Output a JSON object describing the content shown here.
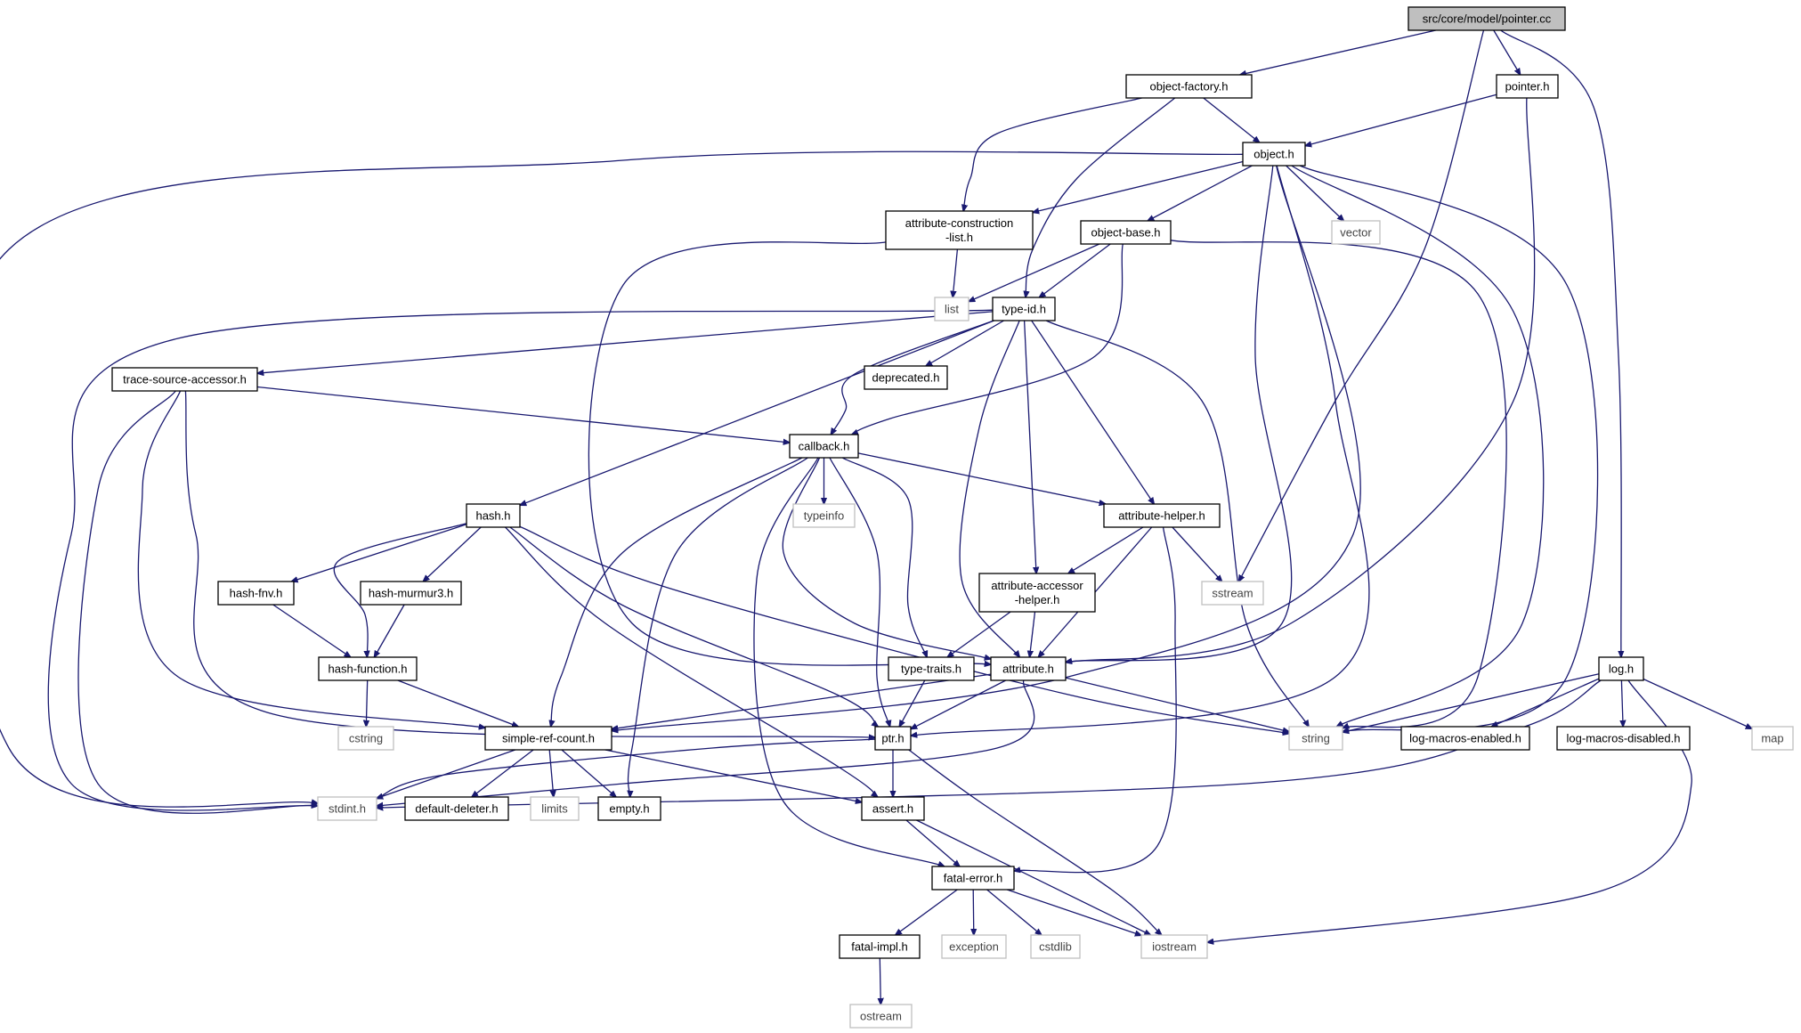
{
  "graph": {
    "root": "src/core/model/pointer.cc",
    "colors": {
      "edge": "#191970",
      "node_border": "#000000",
      "system_border": "#bfbfbf",
      "root_fill": "#bfbfbf"
    },
    "nodes": [
      {
        "id": "root",
        "lines": [
          "src/core/model/pointer.cc"
        ],
        "kind": "root"
      },
      {
        "id": "object-factory",
        "lines": [
          "object-factory.h"
        ],
        "kind": "header"
      },
      {
        "id": "pointer",
        "lines": [
          "pointer.h"
        ],
        "kind": "header"
      },
      {
        "id": "object",
        "lines": [
          "object.h"
        ],
        "kind": "header"
      },
      {
        "id": "attr-construction",
        "lines": [
          "attribute-construction",
          "-list.h"
        ],
        "kind": "header"
      },
      {
        "id": "object-base",
        "lines": [
          "object-base.h"
        ],
        "kind": "header"
      },
      {
        "id": "vector",
        "lines": [
          "vector"
        ],
        "kind": "system"
      },
      {
        "id": "list",
        "lines": [
          "list"
        ],
        "kind": "system"
      },
      {
        "id": "type-id",
        "lines": [
          "type-id.h"
        ],
        "kind": "header"
      },
      {
        "id": "trace-source",
        "lines": [
          "trace-source-accessor.h"
        ],
        "kind": "header"
      },
      {
        "id": "deprecated",
        "lines": [
          "deprecated.h"
        ],
        "kind": "header"
      },
      {
        "id": "callback",
        "lines": [
          "callback.h"
        ],
        "kind": "header"
      },
      {
        "id": "typeinfo",
        "lines": [
          "typeinfo"
        ],
        "kind": "system"
      },
      {
        "id": "hash",
        "lines": [
          "hash.h"
        ],
        "kind": "header"
      },
      {
        "id": "attr-helper",
        "lines": [
          "attribute-helper.h"
        ],
        "kind": "header"
      },
      {
        "id": "hash-fnv",
        "lines": [
          "hash-fnv.h"
        ],
        "kind": "header"
      },
      {
        "id": "hash-murmur",
        "lines": [
          "hash-murmur3.h"
        ],
        "kind": "header"
      },
      {
        "id": "attr-accessor",
        "lines": [
          "attribute-accessor",
          "-helper.h"
        ],
        "kind": "header"
      },
      {
        "id": "sstream",
        "lines": [
          "sstream"
        ],
        "kind": "system"
      },
      {
        "id": "hash-function",
        "lines": [
          "hash-function.h"
        ],
        "kind": "header"
      },
      {
        "id": "type-traits",
        "lines": [
          "type-traits.h"
        ],
        "kind": "header"
      },
      {
        "id": "attribute",
        "lines": [
          "attribute.h"
        ],
        "kind": "header"
      },
      {
        "id": "log",
        "lines": [
          "log.h"
        ],
        "kind": "header"
      },
      {
        "id": "cstring",
        "lines": [
          "cstring"
        ],
        "kind": "system"
      },
      {
        "id": "simple-ref",
        "lines": [
          "simple-ref-count.h"
        ],
        "kind": "header"
      },
      {
        "id": "ptr",
        "lines": [
          "ptr.h"
        ],
        "kind": "header"
      },
      {
        "id": "string",
        "lines": [
          "string"
        ],
        "kind": "system"
      },
      {
        "id": "log-enabled",
        "lines": [
          "log-macros-enabled.h"
        ],
        "kind": "header"
      },
      {
        "id": "log-disabled",
        "lines": [
          "log-macros-disabled.h"
        ],
        "kind": "header"
      },
      {
        "id": "map",
        "lines": [
          "map"
        ],
        "kind": "system"
      },
      {
        "id": "stdint",
        "lines": [
          "stdint.h"
        ],
        "kind": "system"
      },
      {
        "id": "default-deleter",
        "lines": [
          "default-deleter.h"
        ],
        "kind": "header"
      },
      {
        "id": "limits",
        "lines": [
          "limits"
        ],
        "kind": "system"
      },
      {
        "id": "empty",
        "lines": [
          "empty.h"
        ],
        "kind": "header"
      },
      {
        "id": "assert",
        "lines": [
          "assert.h"
        ],
        "kind": "header"
      },
      {
        "id": "fatal-error",
        "lines": [
          "fatal-error.h"
        ],
        "kind": "header"
      },
      {
        "id": "fatal-impl",
        "lines": [
          "fatal-impl.h"
        ],
        "kind": "header"
      },
      {
        "id": "exception",
        "lines": [
          "exception"
        ],
        "kind": "system"
      },
      {
        "id": "cstdlib",
        "lines": [
          "cstdlib"
        ],
        "kind": "system"
      },
      {
        "id": "iostream",
        "lines": [
          "iostream"
        ],
        "kind": "system"
      },
      {
        "id": "ostream",
        "lines": [
          "ostream"
        ],
        "kind": "system"
      }
    ]
  }
}
